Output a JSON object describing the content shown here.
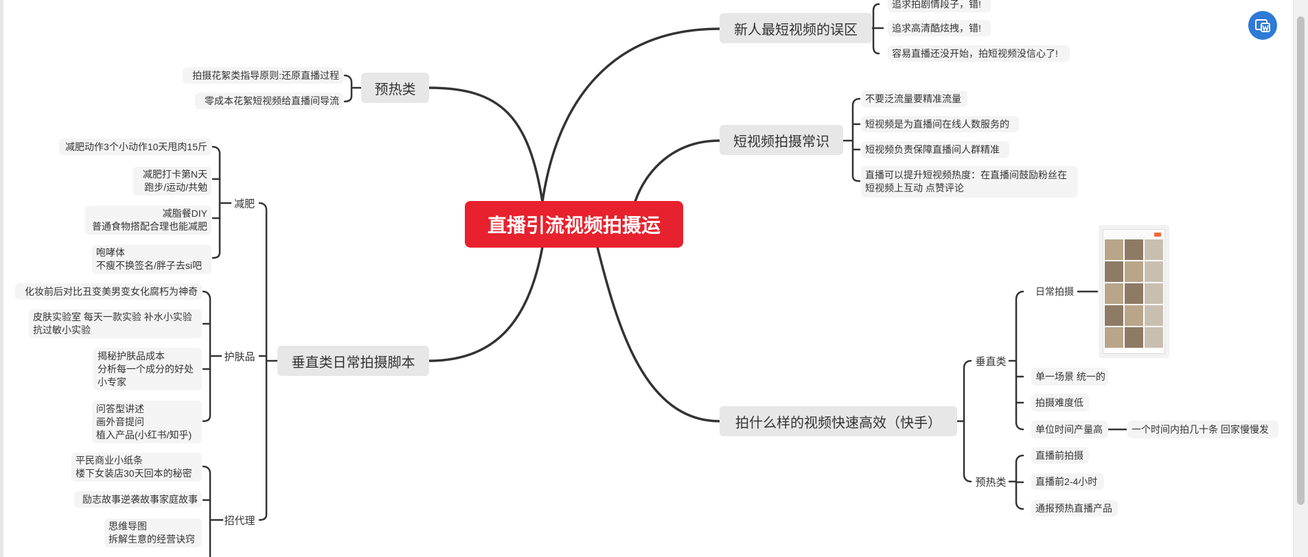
{
  "root": {
    "label": "直播引流视频拍摄运"
  },
  "branches": {
    "mistakes": {
      "label": "新人最短视频的误区",
      "items": [
        "追求拍剧情段子，错!",
        "追求高清酷炫拽，错!",
        "容易直播还没开始，拍短视频没信心了!"
      ]
    },
    "common": {
      "label": "短视频拍摄常识",
      "items": [
        "不要泛流量要精准流量",
        "短视频是为直播间在线人数服务的",
        "短视频负责保障直播间人群精准",
        "直播可以提升短视频热度：在直播间鼓励粉丝在\n短视频上互动 点赞评论"
      ]
    },
    "fast": {
      "label": "拍什么样的视频快速高效（快手）",
      "vertical": {
        "label": "垂直类",
        "items": [
          "日常拍摄",
          "单一场景 统一的",
          "拍摄难度低",
          "单位时间产量高"
        ],
        "detail": "一个时间内拍几十条 回家慢慢发"
      },
      "warmup": {
        "label": "预热类",
        "items": [
          "直播前拍摄",
          "直播前2-4小时",
          "通报预热直播产品"
        ]
      }
    },
    "preheat": {
      "label": "预热类",
      "items": [
        "拍摄花絮类指导原则:还原直播过程",
        "零成本花絮短视频给直播间导流"
      ]
    },
    "daily": {
      "label": "垂直类日常拍摄脚本",
      "diet": {
        "label": "减肥",
        "items": [
          "减肥动作3个小动作10天甩肉15斤",
          "减肥打卡第N天\n跑步/运动/共勉",
          "减脂餐DIY\n普通食物搭配合理也能减肥",
          "咆哮体\n不瘦不换签名/胖子去si吧"
        ]
      },
      "skincare": {
        "label": "护肤品",
        "items": [
          "化妆前后对比丑变美男变女化腐朽为神奇",
          "皮肤实验室 每天一款实验 补水小实验\n抗过敏小实验",
          "揭秘护肤品成本\n分析每一个成分的好处\n小专家",
          "问答型讲述\n画外音提问\n植入产品(小红书/知乎)"
        ]
      },
      "agent": {
        "label": "招代理",
        "items": [
          "平民商业小纸条\n楼下女装店30天回本的秘密",
          "励志故事逆袭故事家庭故事",
          "思维导图\n拆解生意的经营诀窍"
        ]
      }
    }
  },
  "icons": {
    "share": "share-to-app-icon"
  },
  "colors": {
    "root": "#e8212e",
    "edge": "#333333",
    "node_bg": "#f0f0f0"
  }
}
